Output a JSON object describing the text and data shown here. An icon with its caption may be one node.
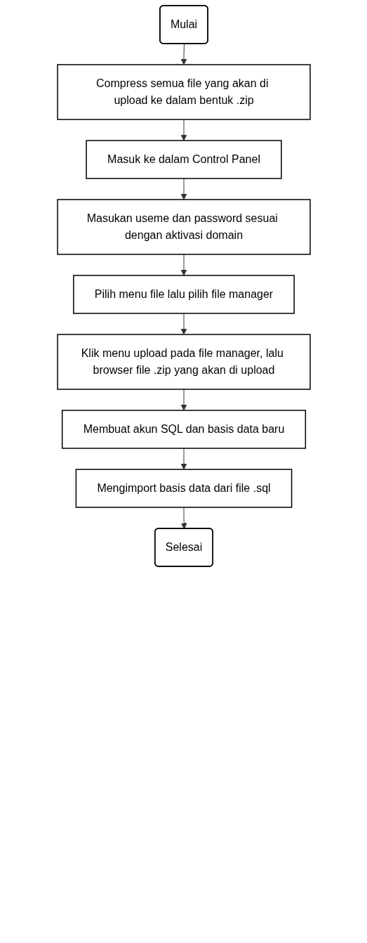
{
  "diagram": {
    "nodes": [
      {
        "text": [
          "Mulai"
        ]
      },
      {
        "text": [
          "Compress semua file yang akan di upload ke dalam bentuk .zip"
        ]
      },
      {
        "text": [
          "Masuk ke dalam Control Panel"
        ]
      },
      {
        "text": [
          "Masukan useme dan password sesuai dengan aktivasi domain"
        ]
      },
      {
        "text": [
          "Pilih menu file lalu pilih file manager"
        ]
      },
      {
        "text": [
          "Klik menu upload pada file manager, lalu browser file .zip yang akan di upload"
        ]
      },
      {
        "text": [
          "Membuat akun SQL dan basis data baru"
        ]
      },
      {
        "text": [
          "Mengimport basis data dari file .sql"
        ]
      },
      {
        "text": [
          "Selesai"
        ]
      }
    ],
    "edges": [
      {
        "from": 0,
        "to": 1,
        "arrow": "to"
      },
      {
        "from": 1,
        "to": 2,
        "arrow": "to"
      },
      {
        "from": 2,
        "to": 3,
        "arrow": "to"
      },
      {
        "from": 3,
        "to": 4,
        "arrow": "to"
      },
      {
        "from": 4,
        "to": 5,
        "arrow": "to"
      },
      {
        "from": 5,
        "to": 6,
        "arrow": "to"
      },
      {
        "from": 6,
        "to": 7,
        "arrow": "to"
      },
      {
        "from": 7,
        "to": 8,
        "arrow": "to"
      }
    ]
  }
}
